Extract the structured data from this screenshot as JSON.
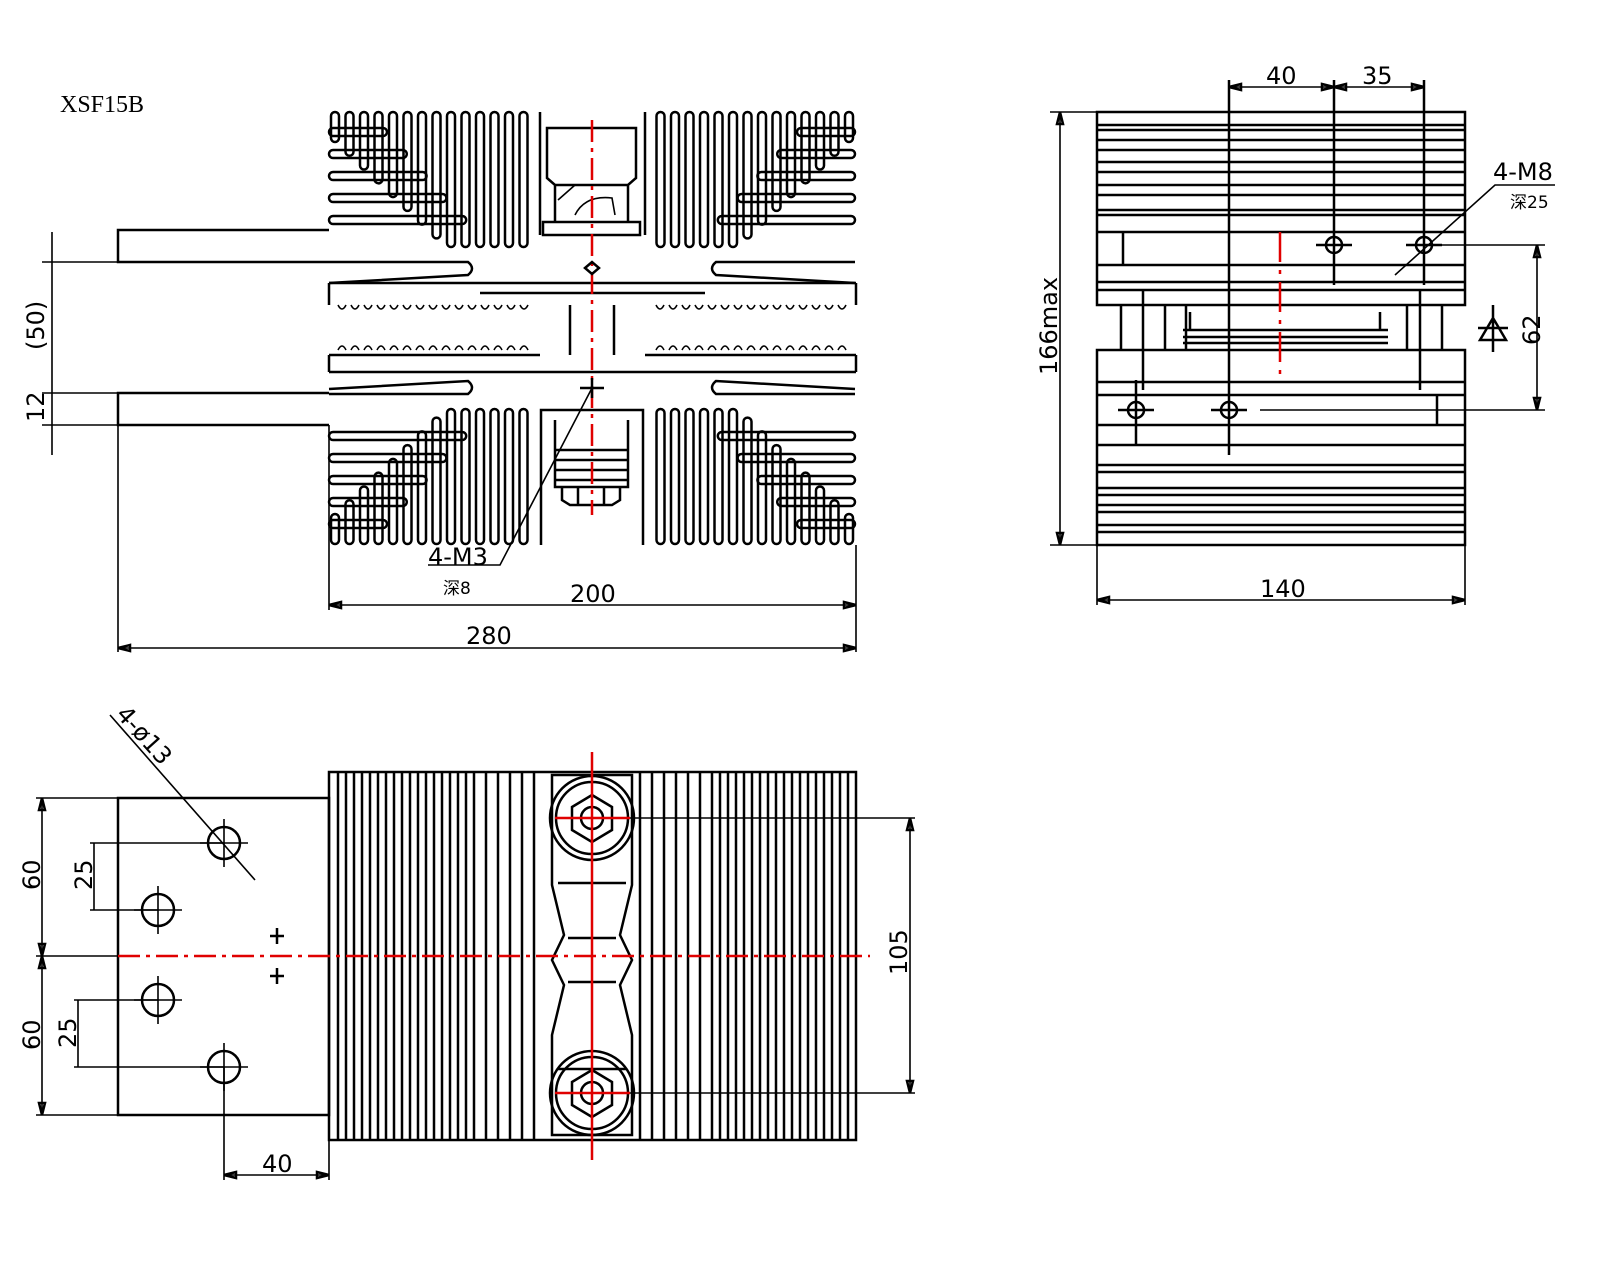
{
  "title": "XSF15B",
  "front_view": {
    "dim_50": "(50)",
    "dim_12": "12",
    "dim_200": "200",
    "dim_280": "280",
    "thread_label": "4-M3",
    "thread_depth": "深8"
  },
  "side_view": {
    "dim_40": "40",
    "dim_35": "35",
    "thread_label": "4-M8",
    "thread_depth": "深25",
    "dim_height": "166max",
    "dim_62": "62",
    "dim_140": "140"
  },
  "bottom_view": {
    "hole_label": "4-ø13",
    "dim_60_top": "60",
    "dim_25_top": "25",
    "dim_60_bottom": "60",
    "dim_25_bottom": "25",
    "dim_40": "40",
    "dim_105": "105"
  },
  "colors": {
    "line": "#000000",
    "centerline": "#e00000"
  }
}
